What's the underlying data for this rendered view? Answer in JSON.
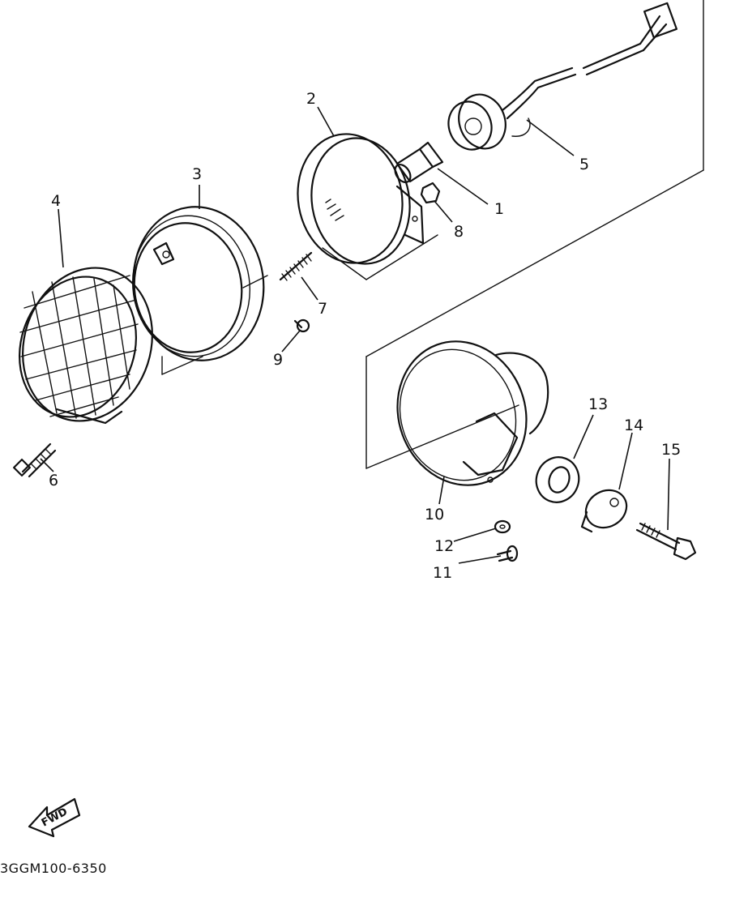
{
  "diagram": {
    "fwd_label": "FWD",
    "drawing_code": "3GGM100-6350",
    "parts": [
      {
        "label": "1"
      },
      {
        "label": "2"
      },
      {
        "label": "3"
      },
      {
        "label": "4"
      },
      {
        "label": "5"
      },
      {
        "label": "6"
      },
      {
        "label": "7"
      },
      {
        "label": "8"
      },
      {
        "label": "9"
      },
      {
        "label": "10"
      },
      {
        "label": "11"
      },
      {
        "label": "12"
      },
      {
        "label": "13"
      },
      {
        "label": "14"
      },
      {
        "label": "15"
      }
    ]
  }
}
